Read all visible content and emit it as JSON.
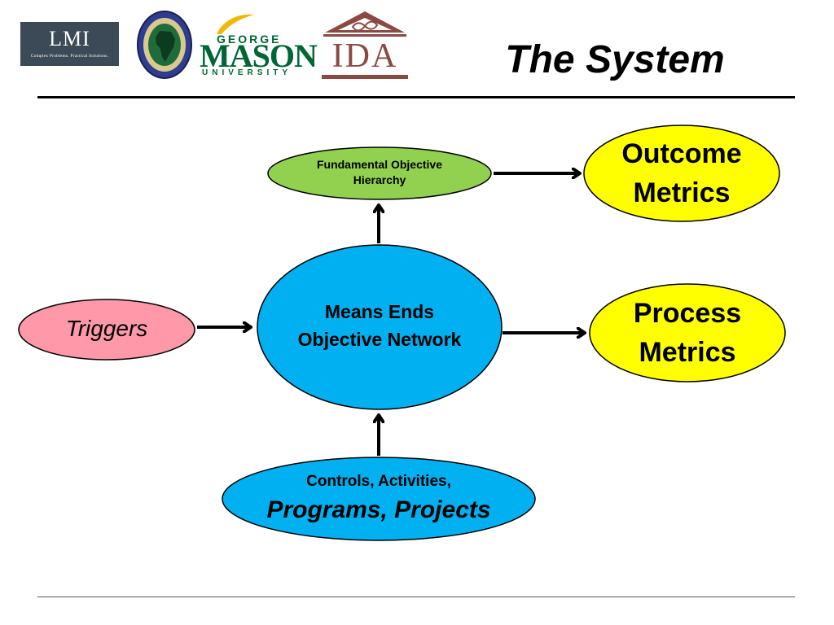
{
  "title": "The System",
  "logos": {
    "lmi": {
      "name": "LMI",
      "tagline": "Complex Problems. Practical Solutions."
    },
    "africom": {
      "name": "United States Africa Command"
    },
    "gmu": {
      "line1": "GEORGE",
      "line2": "MASON",
      "line3": "UNIVERSITY"
    },
    "ida": {
      "name": "IDA"
    }
  },
  "diagram": {
    "nodes": {
      "fundamental": {
        "line1": "Fundamental Objective",
        "line2": "Hierarchy",
        "fill": "#92d050"
      },
      "outcome": {
        "line1": "Outcome",
        "line2": "Metrics",
        "fill": "#ffff00"
      },
      "means_ends": {
        "line1": "Means Ends",
        "line2": "Objective Network",
        "fill": "#00b0f0"
      },
      "process": {
        "line1": "Process",
        "line2": "Metrics",
        "fill": "#ffff00"
      },
      "triggers": {
        "label": "Triggers",
        "fill": "#ff99aa"
      },
      "controls": {
        "line1": "Controls, Activities,",
        "line2": "Programs, Projects",
        "fill": "#00b0f0"
      }
    },
    "edges": [
      {
        "from": "fundamental",
        "to": "outcome"
      },
      {
        "from": "means_ends",
        "to": "fundamental"
      },
      {
        "from": "means_ends",
        "to": "process"
      },
      {
        "from": "triggers",
        "to": "means_ends"
      },
      {
        "from": "controls",
        "to": "means_ends"
      }
    ]
  }
}
